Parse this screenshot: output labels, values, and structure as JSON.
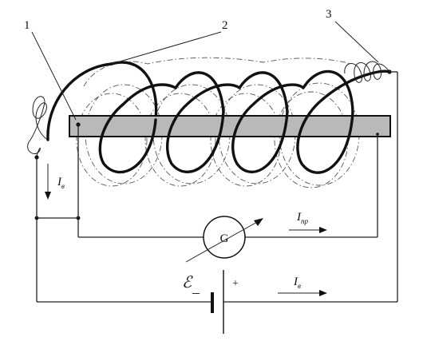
{
  "labels": {
    "part1": "1",
    "part2": "2",
    "part3": "3",
    "galvanometer": "G",
    "emf_symbol": "ℰ",
    "minus": "–",
    "plus": "+",
    "current_left_main": "I",
    "current_left_sub": "в",
    "current_pr_main": "I",
    "current_pr_sub": "пр",
    "current_bottom_main": "I",
    "current_bottom_sub": "в"
  },
  "colors": {
    "core_fill": "#b9b9b9",
    "line": "#111111"
  }
}
